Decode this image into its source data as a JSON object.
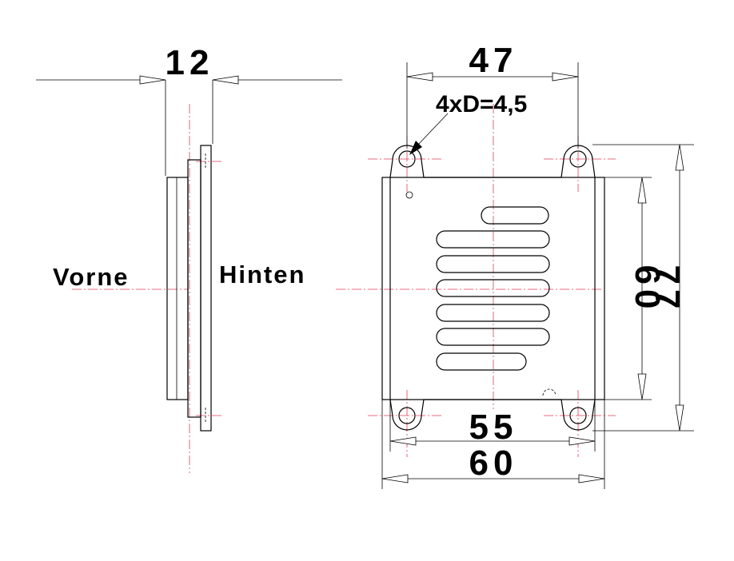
{
  "colors": {
    "line": "#000000",
    "centerline": "#e0405a",
    "background": "#ffffff"
  },
  "labels": {
    "front": "Vorne",
    "back": "Hinten"
  },
  "dimensions": {
    "thickness": "12",
    "hole_spacing_top": "47",
    "hole_note": "4xD=4,5",
    "body_height": "60",
    "total_height": "77",
    "hole_spacing_bottom": "55",
    "body_width": "60"
  }
}
